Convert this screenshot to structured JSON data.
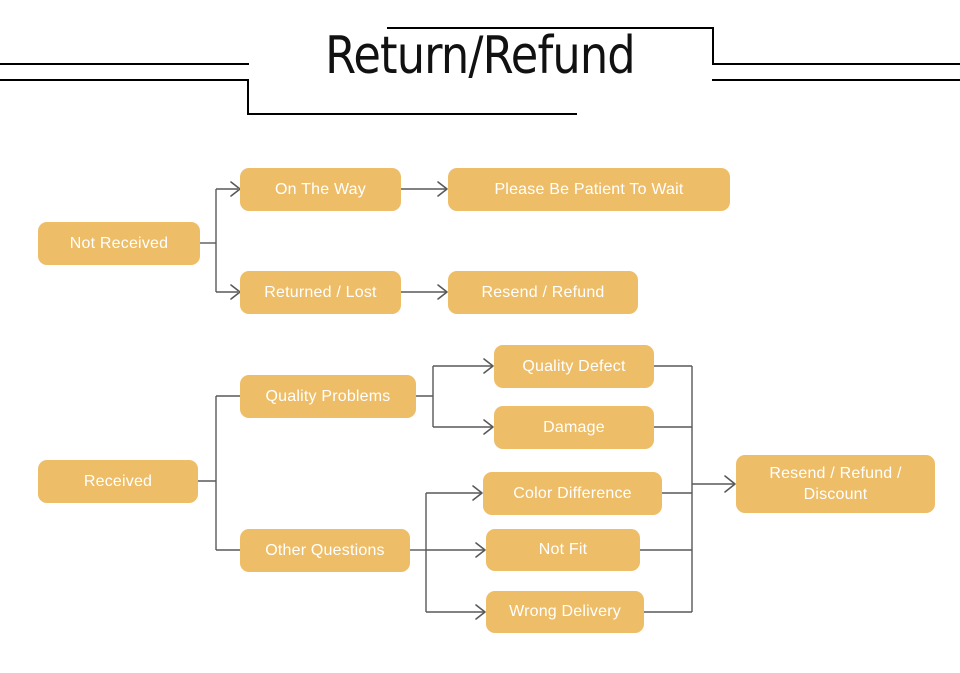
{
  "header": {
    "title": "Return/Refund",
    "decoration": "double-rule-frame"
  },
  "theme": {
    "node_fill": "#eebd68",
    "node_text": "#ffffff",
    "connector": "#595959",
    "rule": "#000000",
    "background": "#ffffff"
  },
  "flow": {
    "type": "flowchart",
    "direction": "left-to-right",
    "branches": [
      {
        "root": "Not Received",
        "children": [
          {
            "label": "On The Way",
            "children": [
              {
                "label": "Please Be Patient To Wait"
              }
            ]
          },
          {
            "label": "Returned / Lost",
            "children": [
              {
                "label": "Resend / Refund"
              }
            ]
          }
        ]
      },
      {
        "root": "Received",
        "children": [
          {
            "label": "Quality Problems",
            "children": [
              {
                "label": "Quality Defect"
              },
              {
                "label": "Damage"
              }
            ]
          },
          {
            "label": "Other Questions",
            "children": [
              {
                "label": "Color Difference"
              },
              {
                "label": "Not Fit"
              },
              {
                "label": "Wrong Delivery"
              }
            ]
          }
        ],
        "merge": "Resend / Refund / Discount"
      }
    ],
    "nodes": {
      "not_received": "Not Received",
      "on_the_way": "On The Way",
      "please_wait": "Please Be Patient To Wait",
      "returned_lost": "Returned / Lost",
      "resend_refund": "Resend / Refund",
      "received": "Received",
      "quality_problems": "Quality Problems",
      "quality_defect": "Quality Defect",
      "damage": "Damage",
      "other_questions": "Other Questions",
      "color_difference": "Color Difference",
      "not_fit": "Not Fit",
      "wrong_delivery": "Wrong Delivery",
      "resend_refund_discount": "Resend / Refund / Discount"
    }
  }
}
